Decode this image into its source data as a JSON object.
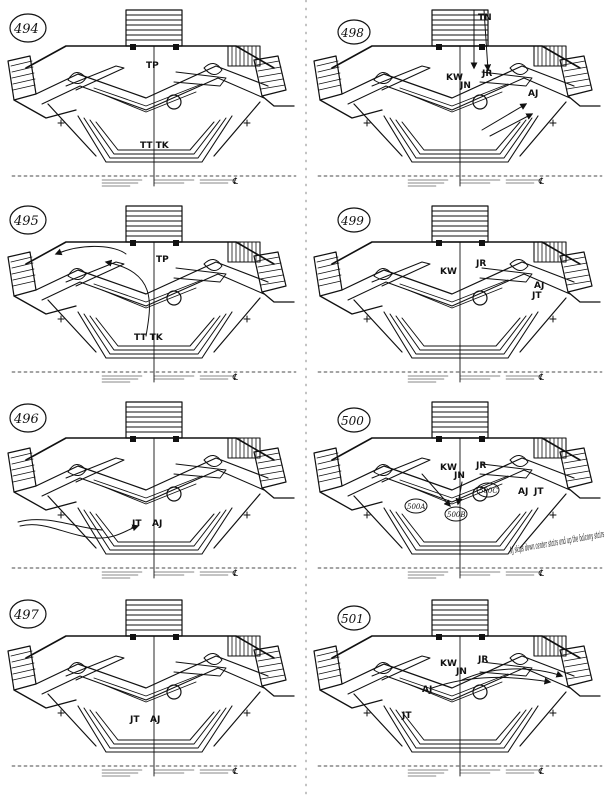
{
  "panels": [
    {
      "num": "494",
      "marks": [
        "TP",
        "TT TK"
      ],
      "note": ""
    },
    {
      "num": "498",
      "marks": [
        "TN",
        "KW",
        "JN",
        "JR",
        "AJ"
      ],
      "note": ""
    },
    {
      "num": "495",
      "marks": [
        "TP",
        "TT TK"
      ],
      "note": ""
    },
    {
      "num": "499",
      "marks": [
        "KW",
        "JR",
        "AJ",
        "JT"
      ],
      "note": ""
    },
    {
      "num": "496",
      "marks": [
        "JT",
        "AJ"
      ],
      "note": ""
    },
    {
      "num": "500",
      "marks": [
        "KW",
        "JN",
        "JR",
        "AJ",
        "JT",
        "500A",
        "500B",
        "500C"
      ],
      "note": "AJ skips down center stairs and up the balcony stairs"
    },
    {
      "num": "497",
      "marks": [
        "JT",
        "AJ"
      ],
      "note": ""
    },
    {
      "num": "501",
      "marks": [
        "KW",
        "JN",
        "JR",
        "AJ",
        "JT"
      ],
      "note": ""
    }
  ],
  "centerline_label": "℄"
}
